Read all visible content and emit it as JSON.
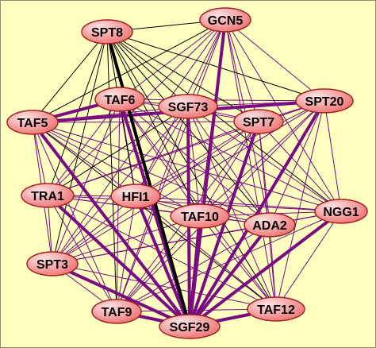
{
  "background": "#FFFFBF",
  "colors": {
    "node_fill_light": "#FFD0D0",
    "node_fill_dark": "#F07C7C",
    "node_stroke": "#A52020",
    "edge_primary": "#7A0A82",
    "edge_secondary": "#000000"
  },
  "nodes": [
    {
      "id": "SPT8",
      "label": "SPT8"
    },
    {
      "id": "GCN5",
      "label": "GCN5"
    },
    {
      "id": "TAF6",
      "label": "TAF6"
    },
    {
      "id": "SGF73",
      "label": "SGF73"
    },
    {
      "id": "SPT20",
      "label": "SPT20"
    },
    {
      "id": "TAF5",
      "label": "TAF5"
    },
    {
      "id": "SPT7",
      "label": "SPT7"
    },
    {
      "id": "TRA1",
      "label": "TRA1"
    },
    {
      "id": "HFI1",
      "label": "HFI1"
    },
    {
      "id": "TAF10",
      "label": "TAF10"
    },
    {
      "id": "NGG1",
      "label": "NGG1"
    },
    {
      "id": "ADA2",
      "label": "ADA2"
    },
    {
      "id": "SPT3",
      "label": "SPT3"
    },
    {
      "id": "TAF9",
      "label": "TAF9"
    },
    {
      "id": "TAF12",
      "label": "TAF12"
    },
    {
      "id": "SGF29",
      "label": "SGF29"
    }
  ],
  "thick_edges": [
    [
      "GCN5",
      "SGF29"
    ],
    [
      "TAF6",
      "SGF29"
    ],
    [
      "SGF73",
      "SGF29"
    ],
    [
      "SPT20",
      "SGF29"
    ],
    [
      "TAF5",
      "SGF29"
    ],
    [
      "SPT7",
      "SGF29"
    ],
    [
      "TRA1",
      "SGF29"
    ],
    [
      "HFI1",
      "SGF29"
    ],
    [
      "TAF10",
      "SGF29"
    ],
    [
      "NGG1",
      "SGF29"
    ],
    [
      "ADA2",
      "SGF29"
    ],
    [
      "SPT3",
      "SGF29"
    ],
    [
      "TAF9",
      "SGF29"
    ],
    [
      "TAF12",
      "SGF29"
    ],
    [
      "SPT20",
      "TAF5"
    ],
    [
      "TAF5",
      "TAF6"
    ]
  ],
  "black_edges": [
    [
      "SPT8",
      "GCN5"
    ],
    [
      "SPT8",
      "SPT20"
    ],
    [
      "SPT8",
      "TAF5"
    ],
    [
      "SPT8",
      "TRA1"
    ],
    [
      "SPT8",
      "SPT3"
    ],
    [
      "SPT8",
      "TAF9"
    ],
    [
      "SPT8",
      "SGF73"
    ],
    [
      "SPT8",
      "SPT7"
    ],
    [
      "SPT8",
      "TAF10"
    ],
    [
      "SPT8",
      "HFI1"
    ],
    [
      "SPT8",
      "NGG1"
    ],
    [
      "SPT8",
      "ADA2"
    ],
    [
      "SPT8",
      "TAF12"
    ],
    [
      "TAF5",
      "TAF12"
    ],
    [
      "TRA1",
      "SGF73"
    ],
    [
      "GCN5",
      "TAF5"
    ]
  ],
  "heavy_black_edges": [
    [
      "SPT8",
      "SGF29"
    ]
  ]
}
